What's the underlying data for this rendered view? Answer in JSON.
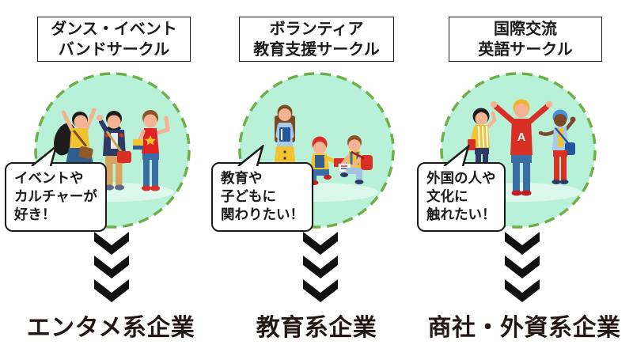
{
  "palette": {
    "circle_fill": "#b8f0d8",
    "circle_border_green": "#6fae49",
    "arrow_color": "#111111",
    "text_color": "#231815",
    "box_border": "#1a1a1a",
    "background": "#ffffff"
  },
  "icons": {
    "arrow": "triple-down-chevron",
    "bubble_tail": "speech-bubble-pointer"
  },
  "columns": [
    {
      "title_lines": [
        "ダンス・イベント",
        "バンドサークル"
      ],
      "bubble_lines": [
        "イベントや",
        "カルチャーが",
        "好き！"
      ],
      "company": "エンタメ系企業",
      "illustration": "dance-event-band-students"
    },
    {
      "title_lines": [
        "ボランティア",
        "教育支援サークル"
      ],
      "bubble_lines": [
        "教育や",
        "子どもに",
        "関わりたい！"
      ],
      "company": "教育系企業",
      "illustration": "volunteer-education-students"
    },
    {
      "title_lines": [
        "国際交流",
        "英語サークル"
      ],
      "bubble_lines": [
        "外国の人や",
        "文化に",
        "触れたい！"
      ],
      "company": "商社・外資系企業",
      "illustration": "international-english-students",
      "hoodie_letter": "A"
    }
  ]
}
